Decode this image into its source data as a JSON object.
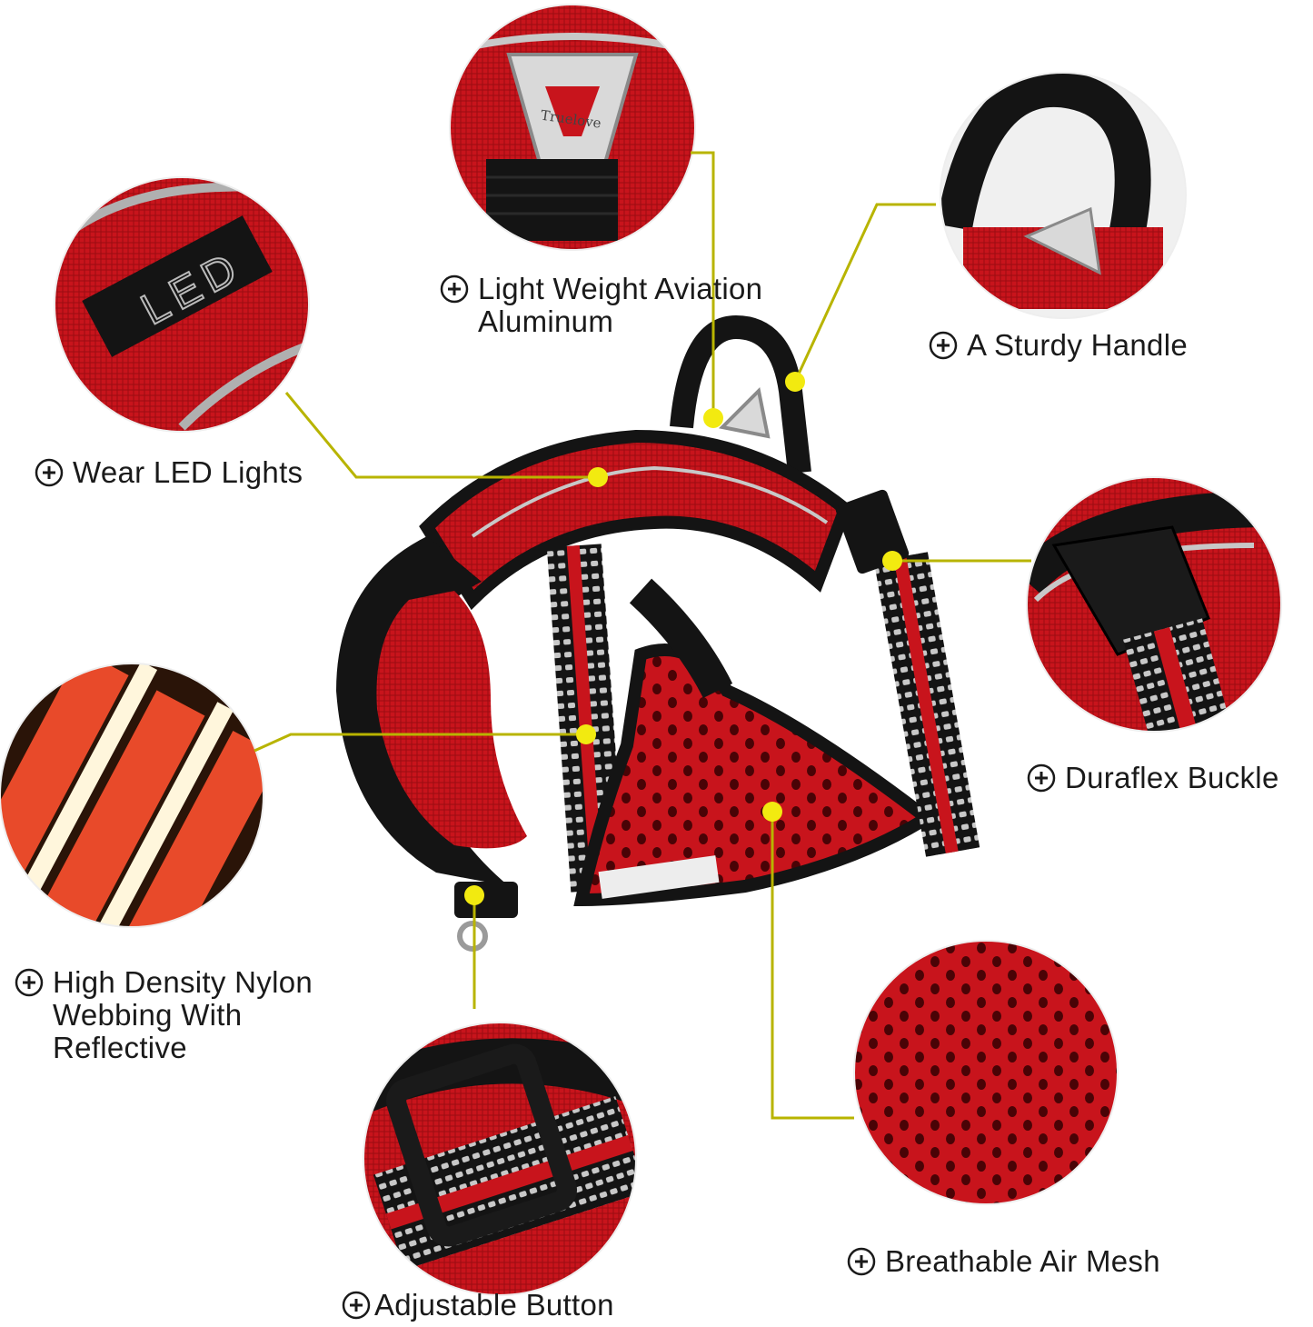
{
  "logo_text": "Truelove",
  "led_tag_text": "LED",
  "features": [
    {
      "id": "aviation-aluminum",
      "lines": [
        "Light Weight Aviation",
        "Aluminum"
      ]
    },
    {
      "id": "sturdy-handle",
      "lines": [
        "A Sturdy Handle"
      ]
    },
    {
      "id": "led-lights",
      "lines": [
        "Wear LED Lights"
      ]
    },
    {
      "id": "duraflex-buckle",
      "lines": [
        "Duraflex Buckle"
      ]
    },
    {
      "id": "nylon-webbing",
      "lines": [
        "High Density Nylon",
        "Webbing With",
        "Reflective"
      ]
    },
    {
      "id": "adjustable-button",
      "lines": [
        "Adjustable Button"
      ]
    },
    {
      "id": "air-mesh",
      "lines": [
        "Breathable Air Mesh"
      ]
    }
  ],
  "colors": {
    "harness_red": "#c8141c",
    "strap_black": "#141414",
    "callout_line": "#b8b400",
    "callout_dot": "#f2ea10",
    "reflective": "#c8c8c8"
  }
}
